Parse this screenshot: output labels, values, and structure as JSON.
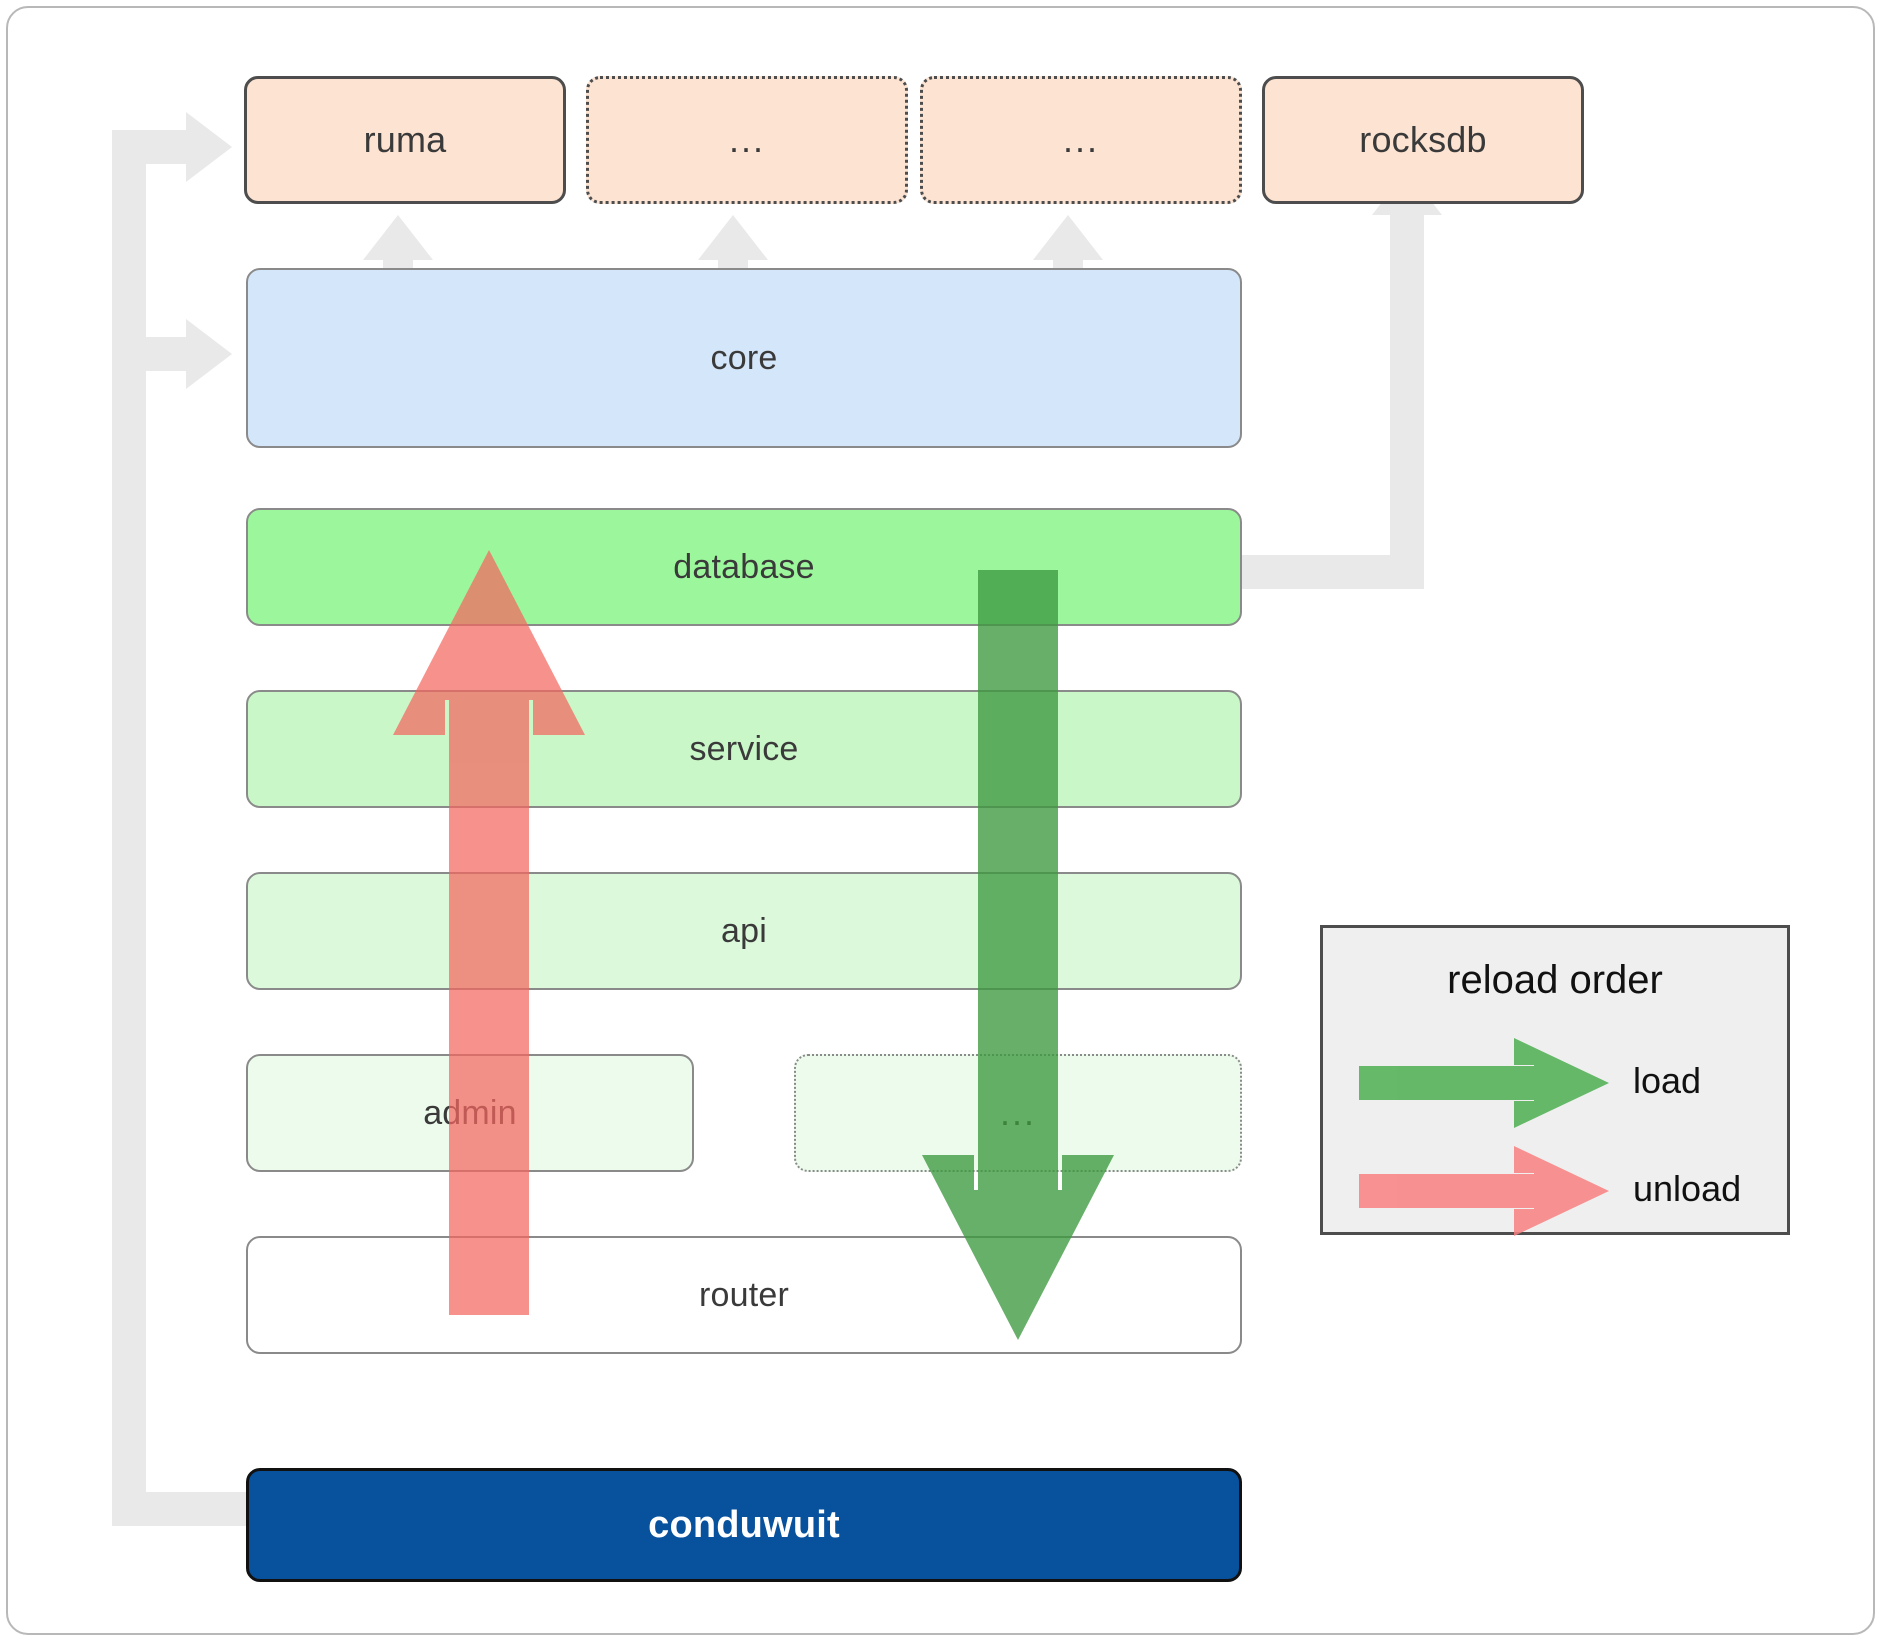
{
  "diagram": {
    "title": "conduwuit crate layering and reload order",
    "frame_border_color": "#b8b8b8"
  },
  "dependencies": {
    "items": [
      {
        "label": "ruma",
        "style": "solid"
      },
      {
        "label": "...",
        "style": "dotted"
      },
      {
        "label": "...",
        "style": "dotted"
      },
      {
        "label": "rocksdb",
        "style": "solid"
      }
    ],
    "fill": "#fce3d2",
    "border": "#4d4d4d"
  },
  "layers": {
    "core": {
      "label": "core",
      "fill": "#d4e6fa",
      "border": "#8a8a8a"
    },
    "database": {
      "label": "database",
      "fill": "#9cf79c",
      "border": "#8a8a8a"
    },
    "service": {
      "label": "service",
      "fill": "#caf7c8",
      "border": "#8a8a8a"
    },
    "api": {
      "label": "api",
      "fill": "#dcfadb",
      "border": "#8a8a8a"
    },
    "admin": {
      "label": "admin",
      "fill": "#ecfbeb",
      "border": "#8a8a8a"
    },
    "extra": {
      "label": "...",
      "fill": "#ecfbeb",
      "border": "#8a8a8a",
      "style": "dotted"
    },
    "router": {
      "label": "router",
      "fill": "#ffffff",
      "border": "#8a8a8a"
    }
  },
  "binary": {
    "label": "conduwuit",
    "fill": "#08519c",
    "text_color": "#ffffff",
    "border": "#111111"
  },
  "legend": {
    "title": "reload order",
    "entries": [
      {
        "label": "load",
        "color": "#4caf50"
      },
      {
        "label": "unload",
        "color": "#f98080"
      }
    ],
    "background": "#efefef",
    "border": "#4d4d4d"
  },
  "flow": {
    "load_arrow": {
      "direction": "down",
      "color": "#3d9a40",
      "semantic": "load"
    },
    "unload_arrow": {
      "direction": "up",
      "color": "#f4675f",
      "semantic": "unload"
    },
    "wire_color": "#e9e9e9"
  }
}
